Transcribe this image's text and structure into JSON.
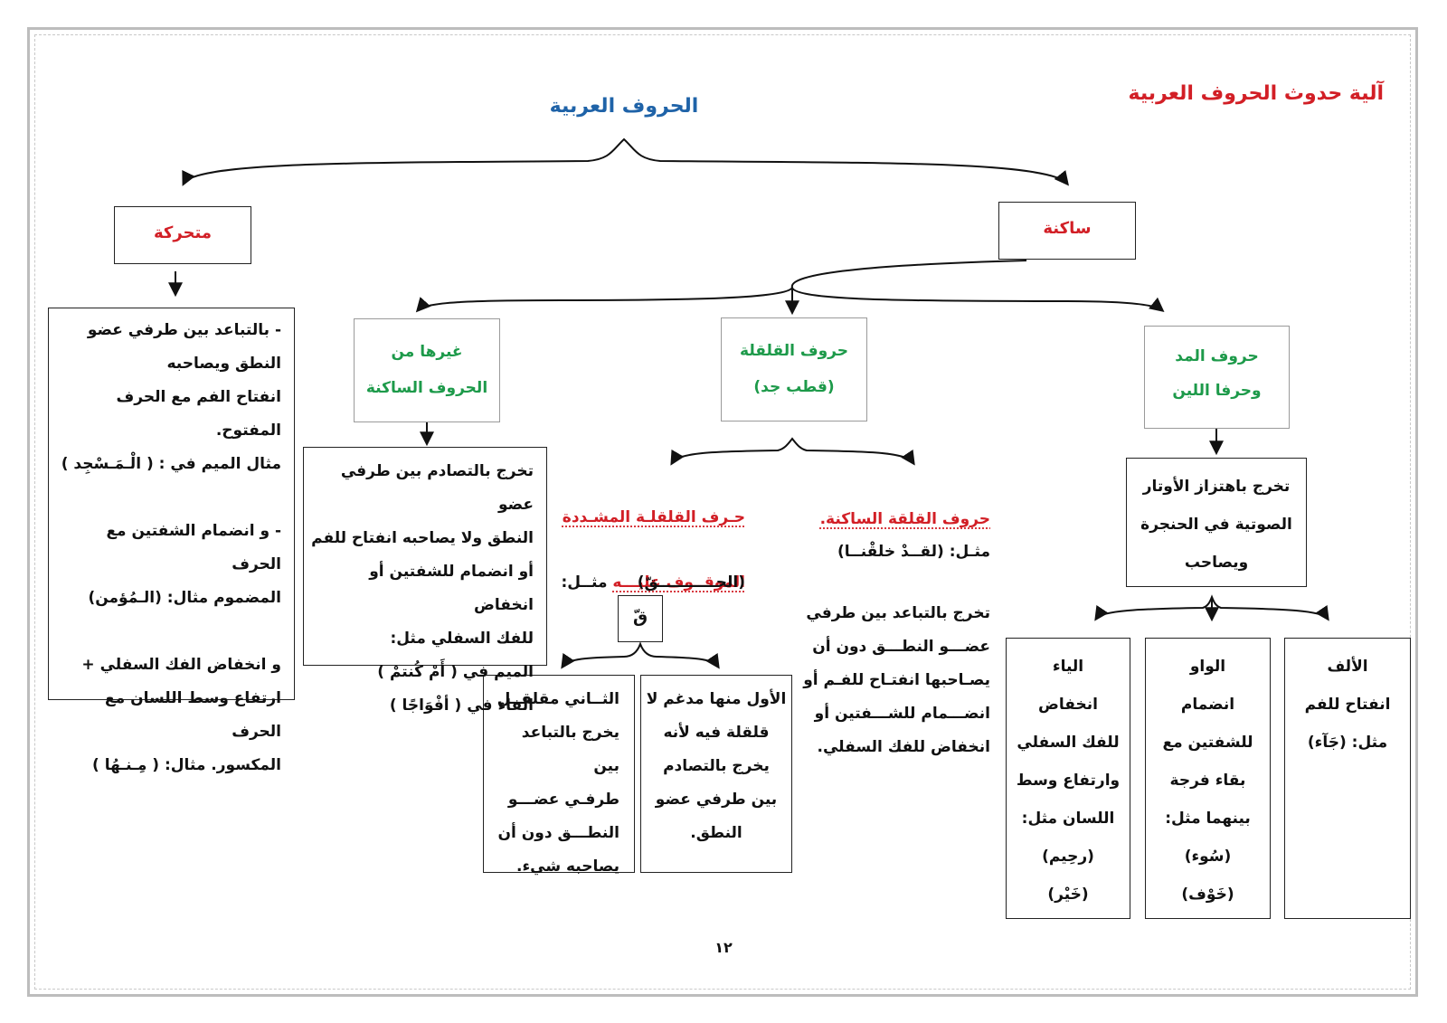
{
  "page_title": "آلية حدوث الحروف العربية",
  "root": "الحروف العربية",
  "level1": {
    "sakina": "ساكنة",
    "mutaharrika": "متحركة"
  },
  "level2": {
    "madd": "حروف المد\nوحرفا اللين",
    "qalqala": "حروف القلقلة\n(قطب جد)",
    "others": "غيرها من\nالحروف الساكنة"
  },
  "madd_desc": "تخرج باهتزاز الأوتار\nالصوتية في الحنجرة\nويصاحب",
  "alif_box": "الألف\nانفتاح للفم\nمثل: (جَآء)",
  "waw_box": "الواو\nانضمام\nللشفتين مع\nبقاء فرجة\nبينهما مثل:\n(سُوء)\n(خَوْف)",
  "ya_box": "الياء\nانخفاض\nللفك السفلي\nوارتفاع وسط\nاللسان مثل:\n(رحِيم)\n(خَيْر)",
  "qalqala_sakina_heading": "حروف القلقة الساكنة.",
  "qalqala_sakina_example": "مثـل: (لقــدْ خلقْنــا)",
  "qalqala_sakina_desc": "تخرج بالتباعد بين طرفي\nعضـــو النطـــق دون أن\nيصـاحبها انفتـاح للفـم أو\nانضـــمام للشـــفتين أو\nانخفاض للفك السفلي.",
  "qalqala_mushaddada_heading": "حـرف القلقلـة المشـددة",
  "qalqala_mushaddada_example_1": "الموقــوف عليـــه",
  "qalqala_mushaddada_example_2": " مثــل:",
  "qalqala_mushaddada_example_3": "(الحـــــــــــقّ)",
  "qaf_letter": "قّ",
  "first_box": "الأول منها مدغم لا\nقلقلة فيه لأنه\nيخرج بالتصادم\nبين طرفي عضو\nالنطق.",
  "second_box": "الثــاني مقلقــل\nيخرج بالتباعد بين\nطرفـي عضـــو\nالنطـــق دون أن\nيصاحبه شيء.",
  "others_desc": "تخرج بالتصادم بين طرفي عضو\nالنطق ولا يصاحبه انفتاح للفم\nأو انضمام للشفتين أو انخفاض\nللفك السفلي مثل:\nالميم في ( أَمْ كُنتمْ )\nالفاء في ( أفْوَاجًا )",
  "mutaharrika_desc": "- بالتباعد بين طرفي عضو\nالنطق ويصاحبه\nانفتاح الفم مع الحرف المفتوح.\nمثال الميم في : ( الْـمَـسْجِد )\n\n- و انضمام الشفتين مع الحرف\nالمضموم مثال: (الـمُؤمن)\n\nو انخفاض الفك السفلي +\nارتفاع وسط اللسان مع الحرف\nالمكسور. مثال: ( مِـنـهُا )",
  "page_number": "١٢",
  "colors": {
    "title_red": "#d21f26",
    "root_blue": "#1f63a8",
    "green": "#1d9a4a",
    "frame_gray": "#bdbdbd"
  }
}
